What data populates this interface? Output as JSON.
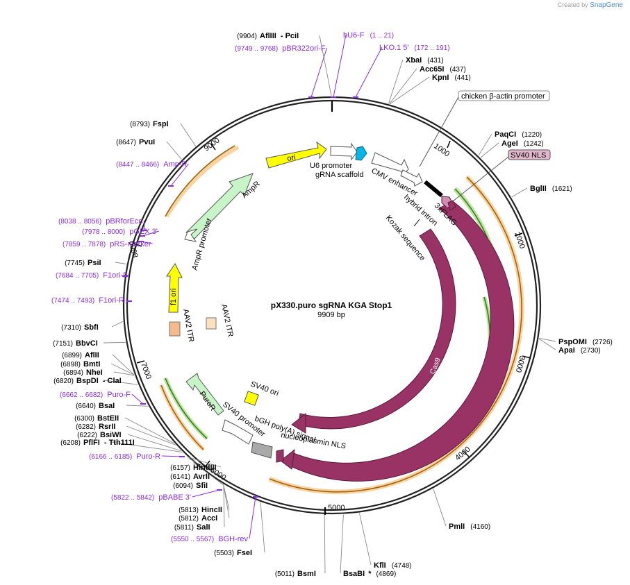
{
  "credit": {
    "prefix": "Created by",
    "brand": "SnapGene"
  },
  "plasmid": {
    "name": "pX330.puro sgRNA KGA Stop1",
    "length": 9909,
    "length_label": "9909 bp"
  },
  "ticks": [
    1000,
    2000,
    3000,
    4000,
    5000,
    6000,
    7000,
    8000,
    9000
  ],
  "sites": [
    {
      "name": "AflIII",
      "pos": 9904,
      "extra": "- PciI",
      "bold": true
    },
    {
      "name": "XbaI",
      "pos": 431,
      "bold": true
    },
    {
      "name": "Acc65I",
      "pos": 437,
      "bold": true
    },
    {
      "name": "KpnI",
      "pos": 441,
      "bold": true
    },
    {
      "name": "PaqCI",
      "pos": 1220,
      "bold": true
    },
    {
      "name": "AgeI",
      "pos": 1242,
      "bold": true
    },
    {
      "name": "BglII",
      "pos": 1621,
      "bold": true
    },
    {
      "name": "PspOMI",
      "pos": 2726,
      "bold": true
    },
    {
      "name": "ApaI",
      "pos": 2730,
      "bold": true
    },
    {
      "name": "PmlI",
      "pos": 4160,
      "bold": true
    },
    {
      "name": "KflI",
      "pos": 4748,
      "bold": true
    },
    {
      "name": "BsaBI",
      "pos": 4869,
      "extra": "*",
      "bold": true
    },
    {
      "name": "BsmI",
      "pos": 5011,
      "bold": true
    },
    {
      "name": "FseI",
      "pos": 5503,
      "bold": true
    },
    {
      "name": "SalI",
      "pos": 5811,
      "bold": true
    },
    {
      "name": "AccI",
      "pos": 5812,
      "bold": true
    },
    {
      "name": "HincII",
      "pos": 5813,
      "bold": true
    },
    {
      "name": "SfiI",
      "pos": 6094,
      "bold": true
    },
    {
      "name": "AvrII",
      "pos": 6141,
      "bold": true
    },
    {
      "name": "HindIII",
      "pos": 6157,
      "bold": true
    },
    {
      "name": "PflFI",
      "pos": 6208,
      "extra": "- Tth111I",
      "bold": true
    },
    {
      "name": "BsiWI",
      "pos": 6222,
      "bold": true
    },
    {
      "name": "RsrII",
      "pos": 6282,
      "bold": true
    },
    {
      "name": "BstEII",
      "pos": 6300,
      "bold": true
    },
    {
      "name": "BsaI",
      "pos": 6640,
      "bold": true
    },
    {
      "name": "BspDI",
      "pos": 6820,
      "extra": "- ClaI",
      "bold": true
    },
    {
      "name": "NheI",
      "pos": 6894,
      "bold": true
    },
    {
      "name": "BmtI",
      "pos": 6898,
      "bold": true
    },
    {
      "name": "AflII",
      "pos": 6899,
      "bold": true
    },
    {
      "name": "BbvCI",
      "pos": 7151,
      "bold": true
    },
    {
      "name": "SbfI",
      "pos": 7310,
      "bold": true
    },
    {
      "name": "PsiI",
      "pos": 7745,
      "bold": true
    },
    {
      "name": "PvuI",
      "pos": 8647,
      "bold": true
    },
    {
      "name": "FspI",
      "pos": 8793,
      "bold": true
    }
  ],
  "primers": [
    {
      "name": "hU6-F",
      "range": "(1 .. 21)"
    },
    {
      "name": "LKO.1 5'",
      "range": "(172 .. 191)"
    },
    {
      "name": "pBR322ori-F",
      "range": "(9749 .. 9768)"
    },
    {
      "name": "Amp-R",
      "range": "(8447 .. 8466)"
    },
    {
      "name": "pBRforEco",
      "range": "(8038 .. 8056)"
    },
    {
      "name": "pGEX 3'",
      "range": "(7978 .. 8000)"
    },
    {
      "name": "pRS-marker",
      "range": "(7859 .. 7878)"
    },
    {
      "name": "F1ori-F",
      "range": "(7684 .. 7705)"
    },
    {
      "name": "F1ori-R",
      "range": "(7474 .. 7493)"
    },
    {
      "name": "Puro-F",
      "range": "(6662 .. 6682)"
    },
    {
      "name": "Puro-R",
      "range": "(6166 .. 6185)"
    },
    {
      "name": "pBABE 3'",
      "range": "(5822 .. 5842)"
    },
    {
      "name": "BGH-rev",
      "range": "(5550 .. 5567)"
    }
  ],
  "features": [
    {
      "name": "ori",
      "color": "#ffff00",
      "type": "arrow"
    },
    {
      "name": "U6 promoter",
      "color": "#ffffff",
      "type": "arrow"
    },
    {
      "name": "gRNA scaffold",
      "color": "#00b7e8",
      "type": "arrow"
    },
    {
      "name": "CMV enhancer",
      "color": "#ffffff",
      "type": "arrow"
    },
    {
      "name": "chicken β-actin promoter",
      "color": "#ffffff",
      "type": "arrow"
    },
    {
      "name": "hybrid intron",
      "color": "#000000",
      "type": "bar"
    },
    {
      "name": "3xFLAG",
      "color": "#993366",
      "type": "arrow"
    },
    {
      "name": "SV40 NLS",
      "color": "#d9a0c0",
      "type": "box"
    },
    {
      "name": "Kozak sequence",
      "color": "#ffffff",
      "type": "label"
    },
    {
      "name": "Cas9",
      "color": "#993366",
      "type": "arrow"
    },
    {
      "name": "Cas9",
      "color": "#993366",
      "type": "arrow"
    },
    {
      "name": "nucleoplasmin NLS",
      "color": "#993366",
      "type": "arrow"
    },
    {
      "name": "bGH poly(A) signal",
      "color": "#a9a9a9",
      "type": "box"
    },
    {
      "name": "SV40 promoter",
      "color": "#ffffff",
      "type": "arrow"
    },
    {
      "name": "SV40 ori",
      "color": "#ffff00",
      "type": "box"
    },
    {
      "name": "PuroR",
      "color": "#c6f5c6",
      "type": "arrow"
    },
    {
      "name": "AAV2 ITR",
      "color": "#f5b98a",
      "type": "box"
    },
    {
      "name": "AAV2 ITR",
      "color": "#fde0c0",
      "type": "box"
    },
    {
      "name": "f1 ori",
      "color": "#ffff00",
      "type": "arrow"
    },
    {
      "name": "AmpR promoter",
      "color": "#ffffff",
      "type": "arrow"
    },
    {
      "name": "AmpR",
      "color": "#c6f5c6",
      "type": "arrow"
    }
  ],
  "colors": {
    "primer": "#8a2be2",
    "cas9": "#993366",
    "orf_orange": "#f0a030",
    "orf_green": "#2e8b2e"
  }
}
